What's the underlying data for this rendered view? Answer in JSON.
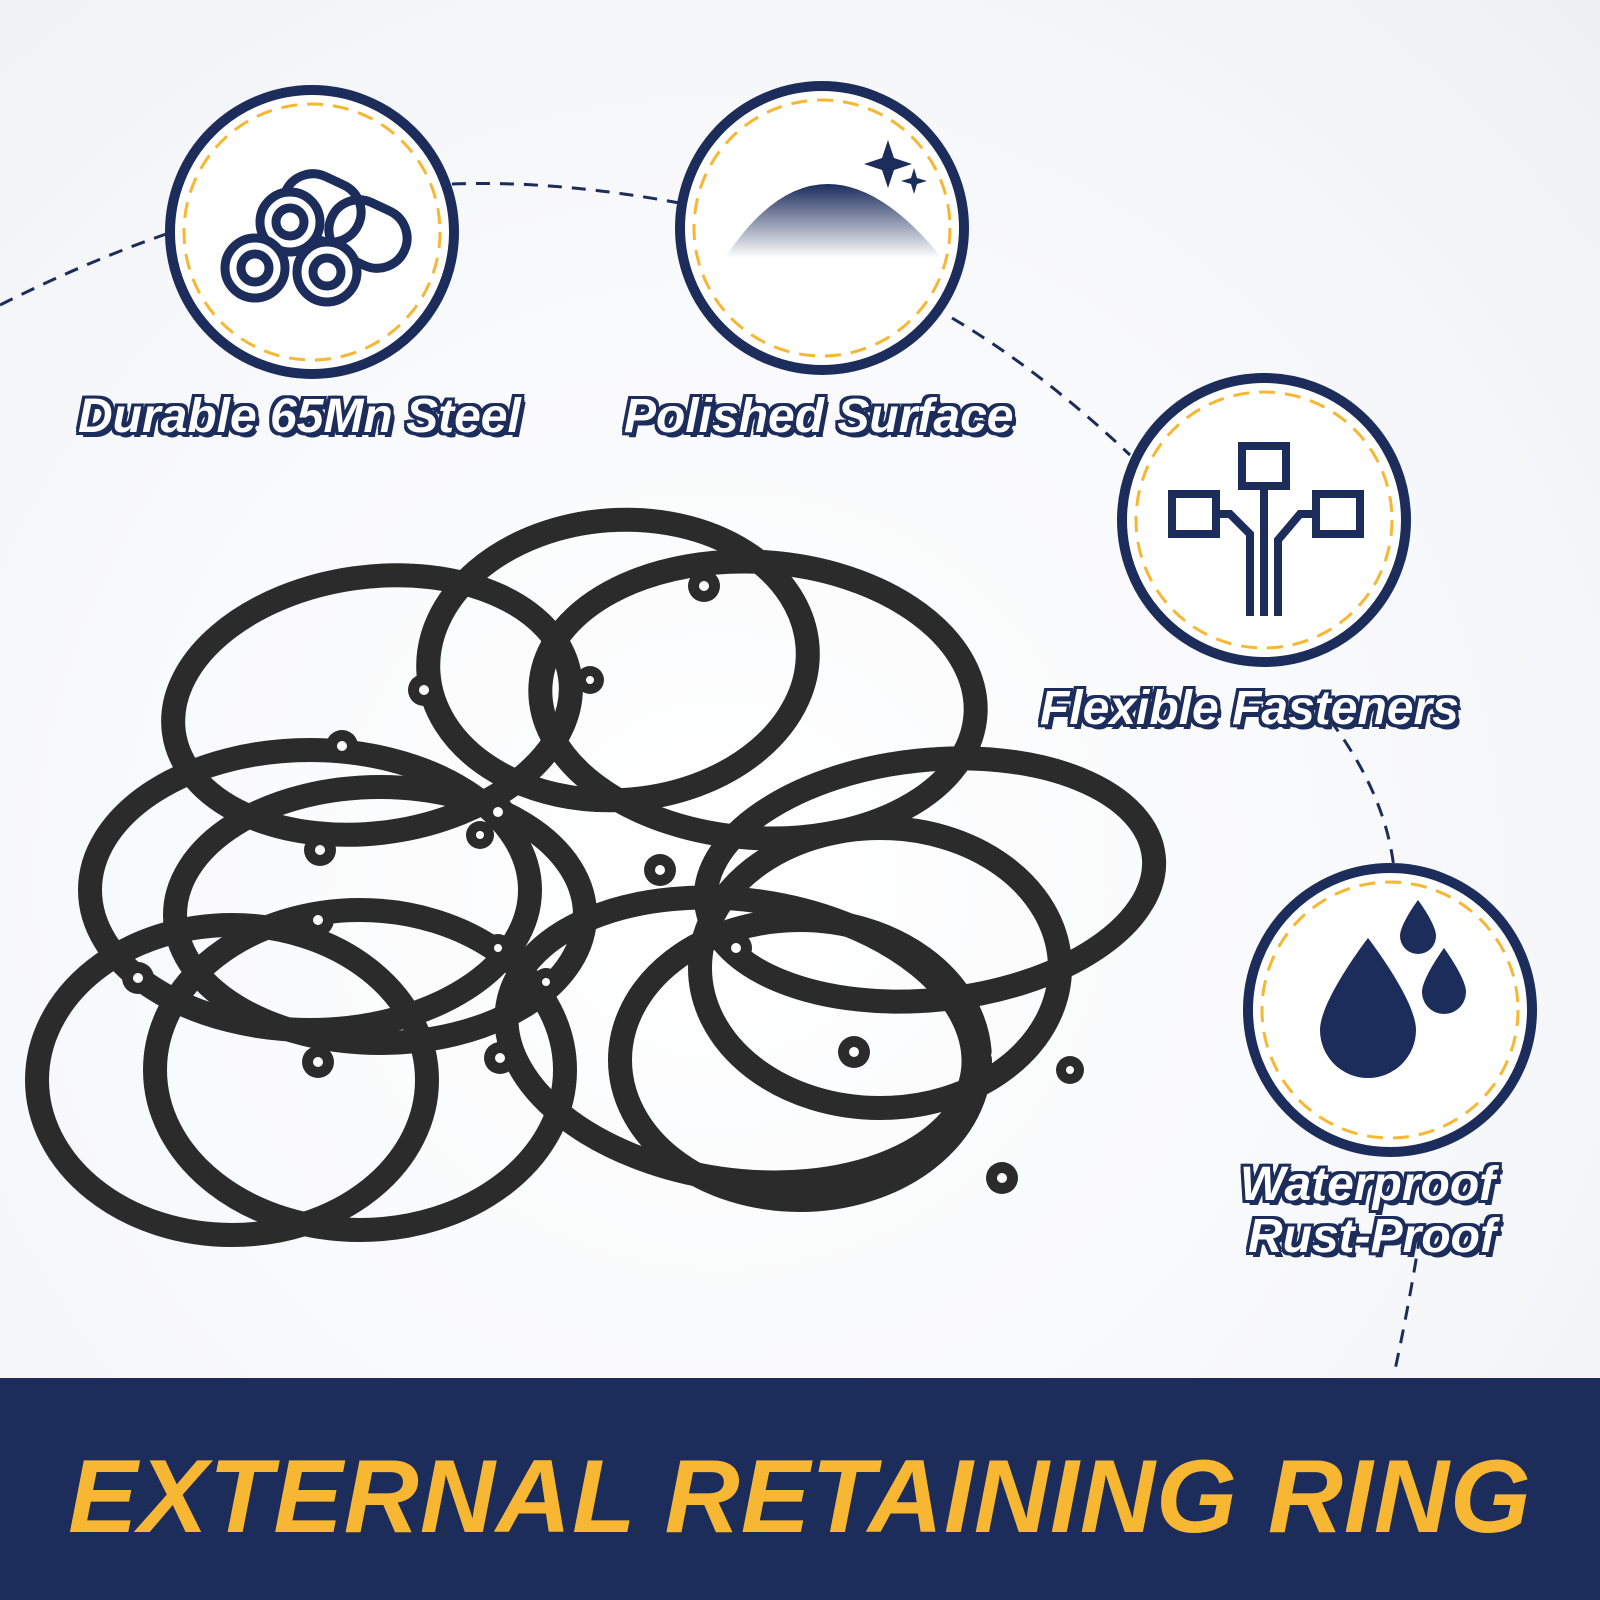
{
  "features": [
    {
      "label": "Durable 65Mn Steel",
      "icon": "steel-bars-icon"
    },
    {
      "label": "Polished Surface",
      "icon": "polished-sparkle-icon"
    },
    {
      "label": "Flexible Fasteners",
      "icon": "circuit-branch-icon"
    },
    {
      "label_line1": "Waterproof",
      "label_line2": "Rust-Proof",
      "icon": "water-drops-icon"
    }
  ],
  "banner": {
    "title": "EXTERNAL RETAINING RING"
  },
  "colors": {
    "navy": "#1c2d5c",
    "gold": "#f7b733",
    "ring": "#2b2b2b"
  }
}
